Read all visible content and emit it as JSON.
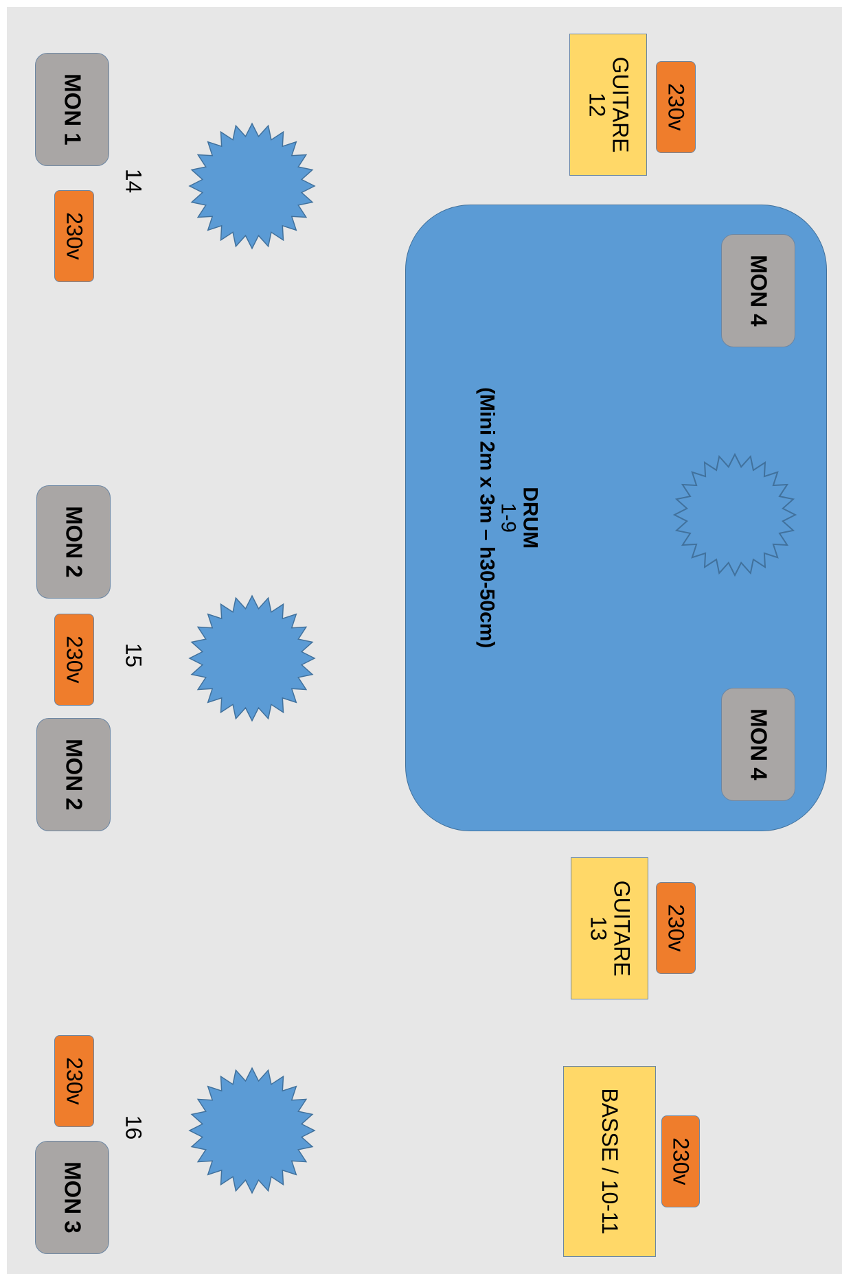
{
  "drum": {
    "title": "DRUM",
    "channels": "1-9",
    "size": "(Mini 2m x 3m – h30-50cm)"
  },
  "monitors": {
    "mon1": "MON 1",
    "mon2_a": "MON 2",
    "mon2_b": "MON 2",
    "mon3": "MON 3",
    "mon4_top": "MON 4",
    "mon4_bottom": "MON 4"
  },
  "amps": {
    "guitare12": {
      "name": "GUITARE",
      "channel": "12"
    },
    "guitare13": {
      "name": "GUITARE",
      "channel": "13"
    },
    "basse": {
      "name": "BASSE / 10-11"
    }
  },
  "power": {
    "label": "230v"
  },
  "channels": {
    "vocal_1": "14",
    "vocal_2": "15",
    "vocal_3": "16"
  },
  "colors": {
    "background": "#e7e7e7",
    "drum_riser": "#5b9bd5",
    "monitor": "#a9a6a5",
    "power": "#ef7d2c",
    "amp": "#ffd868",
    "vocal_mic": "#5b9bd5"
  },
  "icons": {
    "vocal_mic": "star-burst-icon",
    "drum_kit": "star-burst-outline-icon"
  }
}
